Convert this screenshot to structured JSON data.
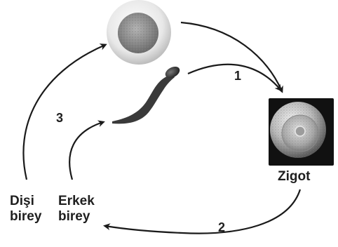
{
  "labels": {
    "zygote": "Zigot",
    "female_line1": "Dişi",
    "female_line2": "birey",
    "male_line1": "Erkek",
    "male_line2": "birey"
  },
  "steps": {
    "fertilization": "1",
    "development": "2",
    "gamete_production": "3"
  },
  "colors": {
    "arrow": "#1a1a1a",
    "text": "#1f1f1f",
    "zygote_bg": "#111111",
    "sperm": "#3a3a3a"
  }
}
